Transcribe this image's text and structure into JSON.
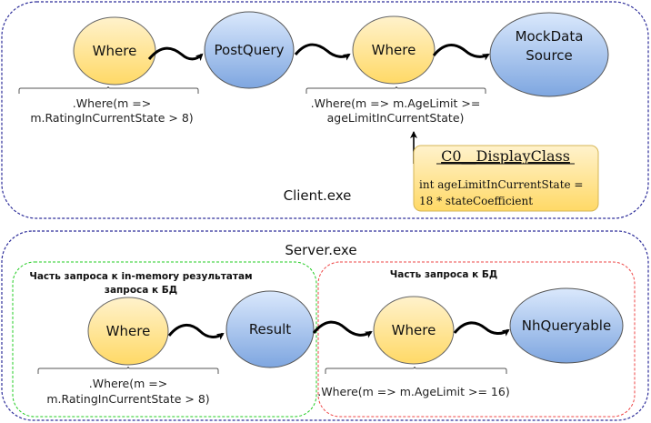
{
  "client": {
    "title": "Client.exe",
    "nodes": [
      {
        "label": [
          "Where"
        ],
        "kind": "operator"
      },
      {
        "label": [
          "PostQuery"
        ],
        "kind": "source"
      },
      {
        "label": [
          "Where"
        ],
        "kind": "operator"
      },
      {
        "label": [
          "MockData",
          "Source"
        ],
        "kind": "source"
      }
    ],
    "annotations": [
      {
        "lines": [
          ".Where(m =>",
          "m.RatingInCurrentState > 8)"
        ]
      },
      {
        "lines": [
          ".Where(m => m.AgeLimit >=",
          "ageLimitInCurrentState)"
        ]
      }
    ],
    "display_class": {
      "title": "C0__DisplayClass",
      "body": [
        "int ageLimitInCurrentState =",
        "18 * stateCoefficient"
      ]
    }
  },
  "server": {
    "title": "Server.exe",
    "in_memory_part": {
      "title": [
        "Часть запроса к in-memory результатам",
        "запроса к БД"
      ]
    },
    "db_part": {
      "title": [
        "Часть запроса к БД"
      ]
    },
    "nodes": [
      {
        "label": [
          "Where"
        ],
        "kind": "operator"
      },
      {
        "label": [
          "Result"
        ],
        "kind": "source"
      },
      {
        "label": [
          "Where"
        ],
        "kind": "operator"
      },
      {
        "label": [
          "NhQueryable"
        ],
        "kind": "source"
      }
    ],
    "annotations": [
      {
        "lines": [
          ".Where(m =>",
          "m.RatingInCurrentState > 8)"
        ]
      },
      {
        "lines": [
          ".Where(m => m.AgeLimit >= 16)"
        ]
      }
    ]
  },
  "colors": {
    "operator_fill_top": "#fff2cc",
    "operator_fill_bottom": "#ffd966",
    "source_fill_top": "#dae8fc",
    "source_fill_bottom": "#7ea6e0",
    "process_border": "#2e2e9a",
    "in_memory_border": "#22cc22",
    "db_border": "#ee4444",
    "display_class_border": "#d6b656"
  }
}
